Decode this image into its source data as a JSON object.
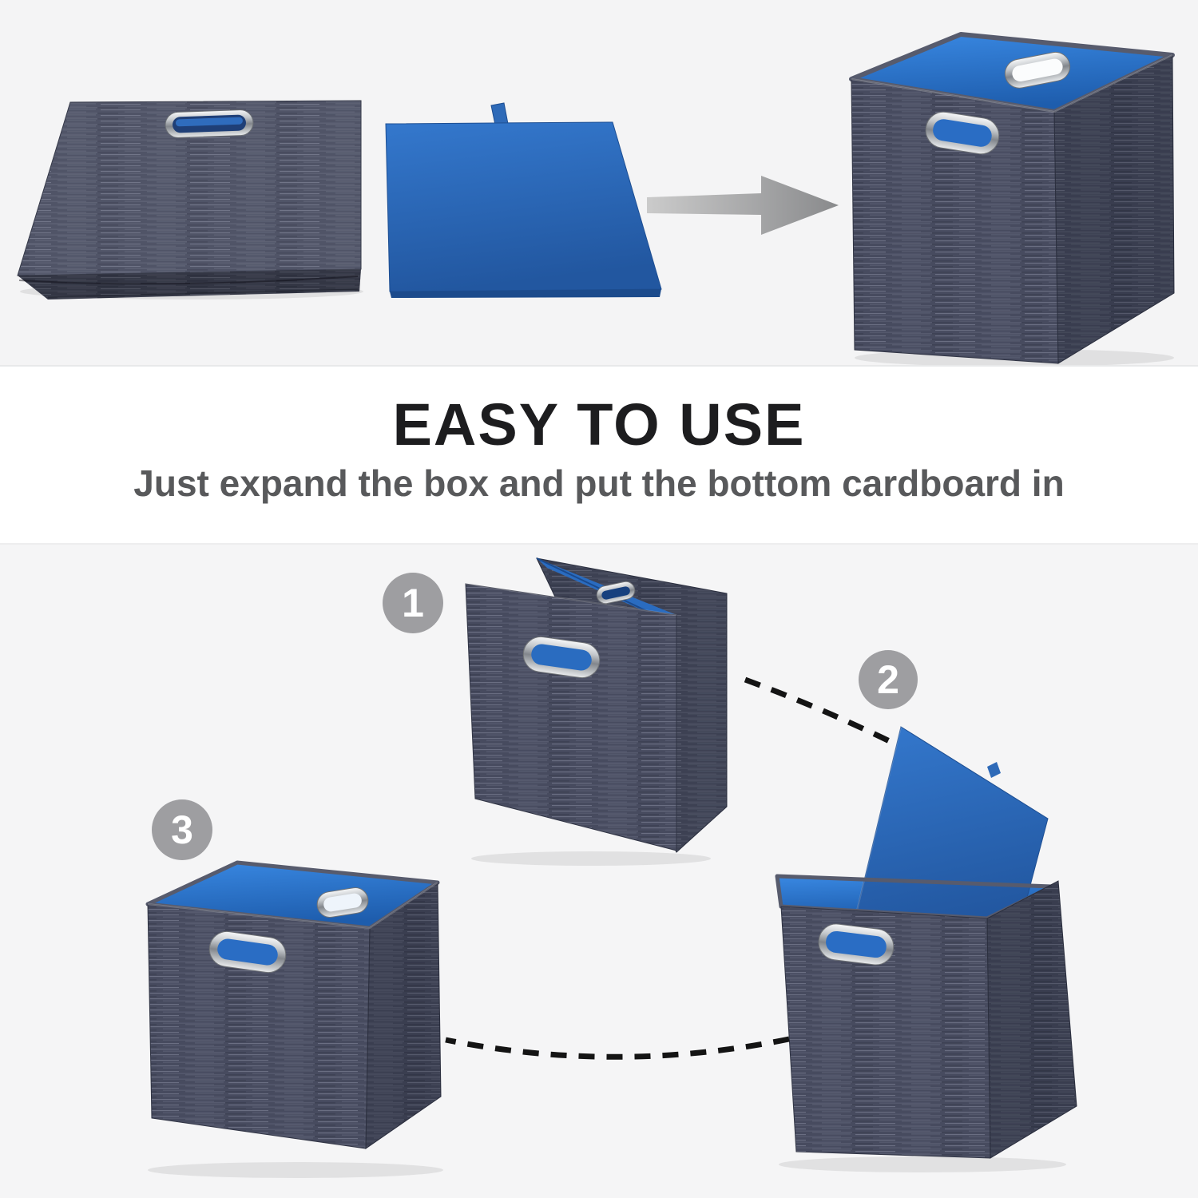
{
  "band": {
    "title": "EASY TO USE",
    "subtitle": "Just expand the box and put the bottom cardboard in"
  },
  "steps": [
    {
      "number": "1",
      "illustration": "folded-cube-standing-accordion"
    },
    {
      "number": "2",
      "illustration": "cube-with-bottom-cardboard-inserted"
    },
    {
      "number": "3",
      "illustration": "fully-assembled-cube"
    }
  ],
  "hero": {
    "illustrations": [
      {
        "name": "folded-flat-cube"
      },
      {
        "name": "blue-bottom-cardboard"
      },
      {
        "name": "assembled-cube"
      }
    ],
    "arrow_icon": "right-arrow"
  },
  "colors": {
    "background_gray": "#f4f4f5",
    "band_white": "#ffffff",
    "title_text": "#1d1d1f",
    "subtitle_text": "#58595b",
    "fabric_navy": "#474b5f",
    "interior_blue": "#2470cd",
    "cardboard_blue": "#2b68b8",
    "grommet_chrome": "#c3c7cb",
    "step_badge_gray": "#9e9ea1",
    "arrow_gray": "#8f9092",
    "dash_black": "#141414"
  }
}
